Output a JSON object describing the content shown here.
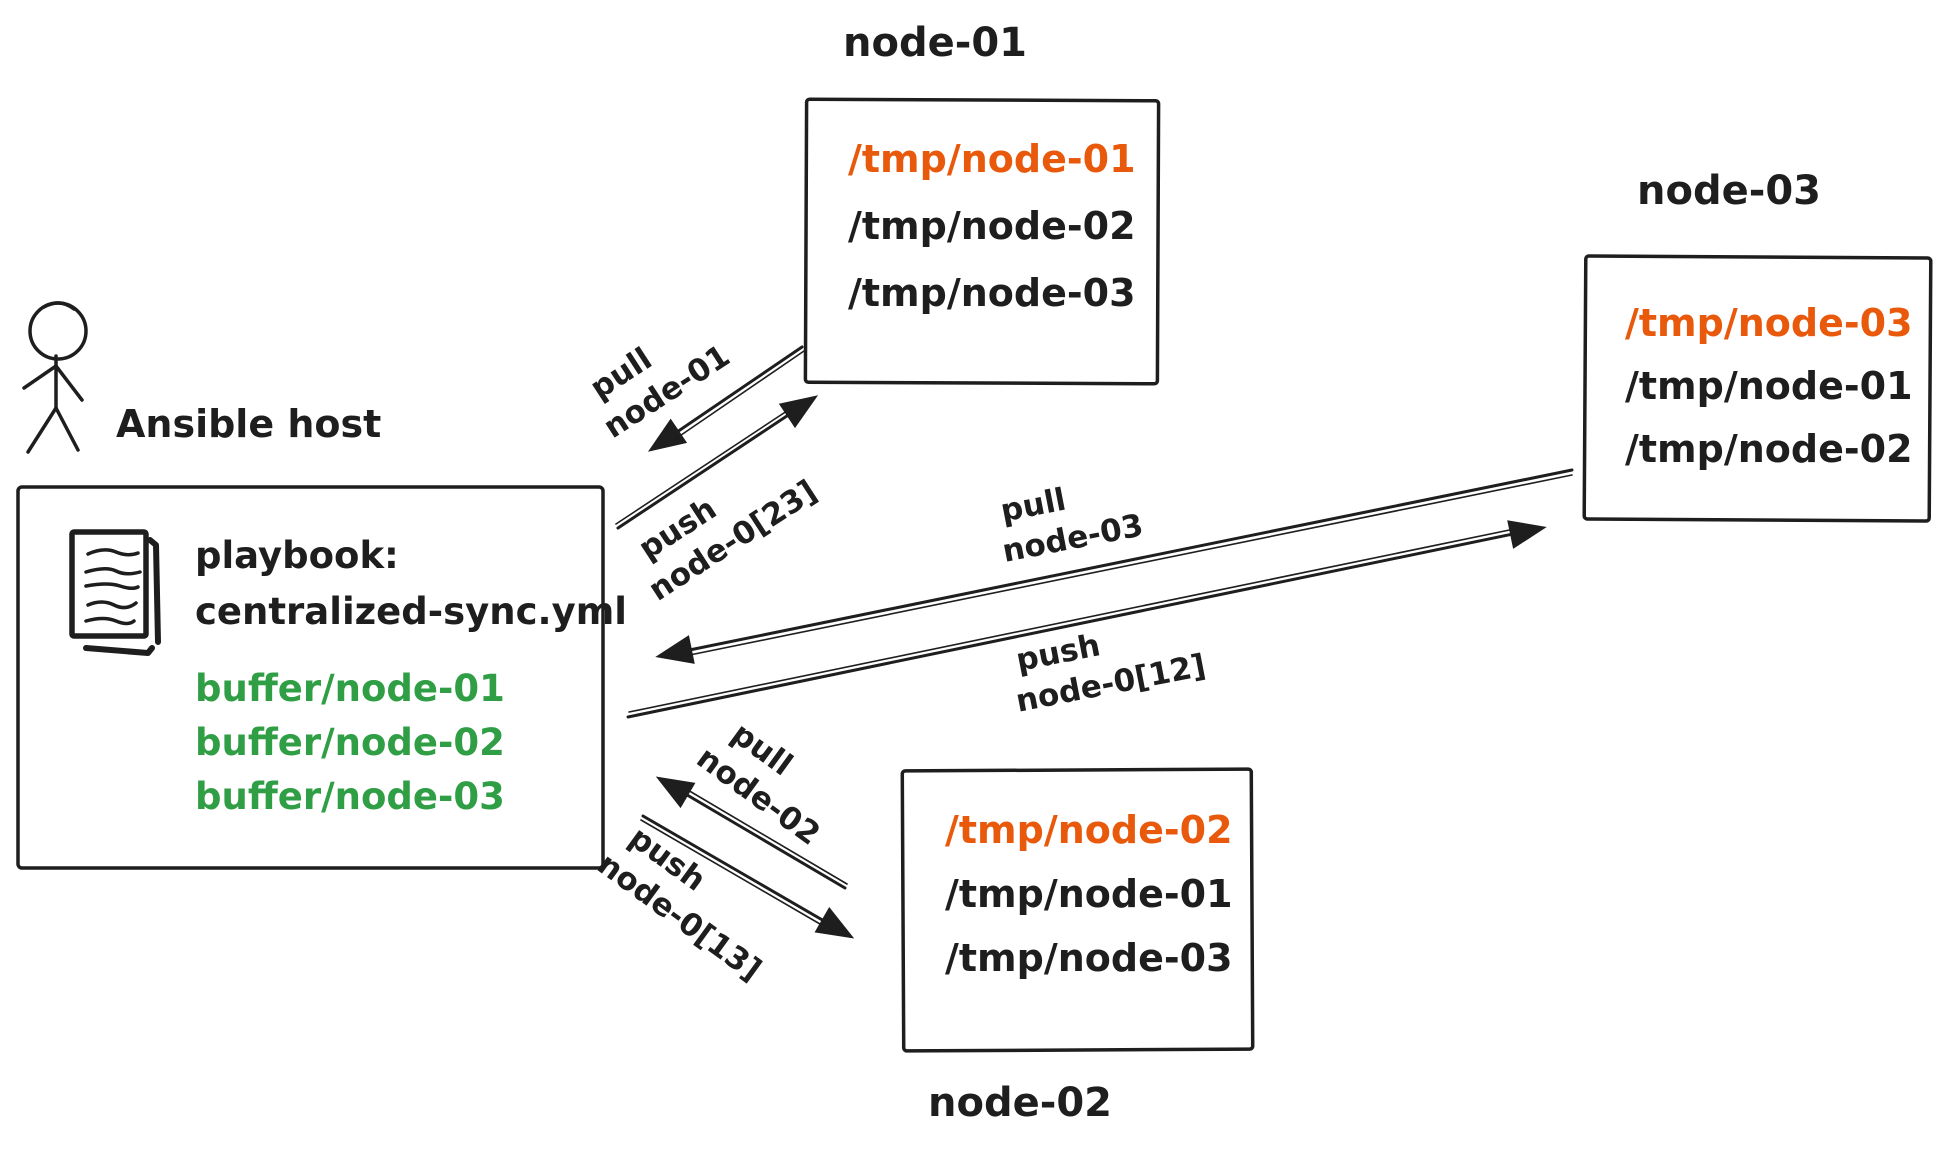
{
  "colors": {
    "background": "#ffffff",
    "ink": "#1e1e1e",
    "highlight_orange": "#e8590c",
    "buffer_green": "#2f9e44"
  },
  "actor": {
    "label": "Ansible host"
  },
  "host": {
    "playbook_label": "playbook:",
    "playbook_file": "centralized-sync.yml",
    "buffers": [
      "buffer/node-01",
      "buffer/node-02",
      "buffer/node-03"
    ]
  },
  "nodes": [
    {
      "title": "node-01",
      "files": [
        "/tmp/node-01",
        "/tmp/node-02",
        "/tmp/node-03"
      ]
    },
    {
      "title": "node-02",
      "files": [
        "/tmp/node-02",
        "/tmp/node-01",
        "/tmp/node-03"
      ]
    },
    {
      "title": "node-03",
      "files": [
        "/tmp/node-03",
        "/tmp/node-01",
        "/tmp/node-02"
      ]
    }
  ],
  "arrows": [
    {
      "id": "pull-node-01",
      "verb": "pull",
      "target": "node-01"
    },
    {
      "id": "push-node-0-23",
      "verb": "push",
      "target": "node-0[23]"
    },
    {
      "id": "pull-node-03",
      "verb": "pull",
      "target": "node-03"
    },
    {
      "id": "push-node-0-12",
      "verb": "push",
      "target": "node-0[12]"
    },
    {
      "id": "pull-node-02",
      "verb": "pull",
      "target": "node-02"
    },
    {
      "id": "push-node-0-13",
      "verb": "push",
      "target": "node-0[13]"
    }
  ]
}
